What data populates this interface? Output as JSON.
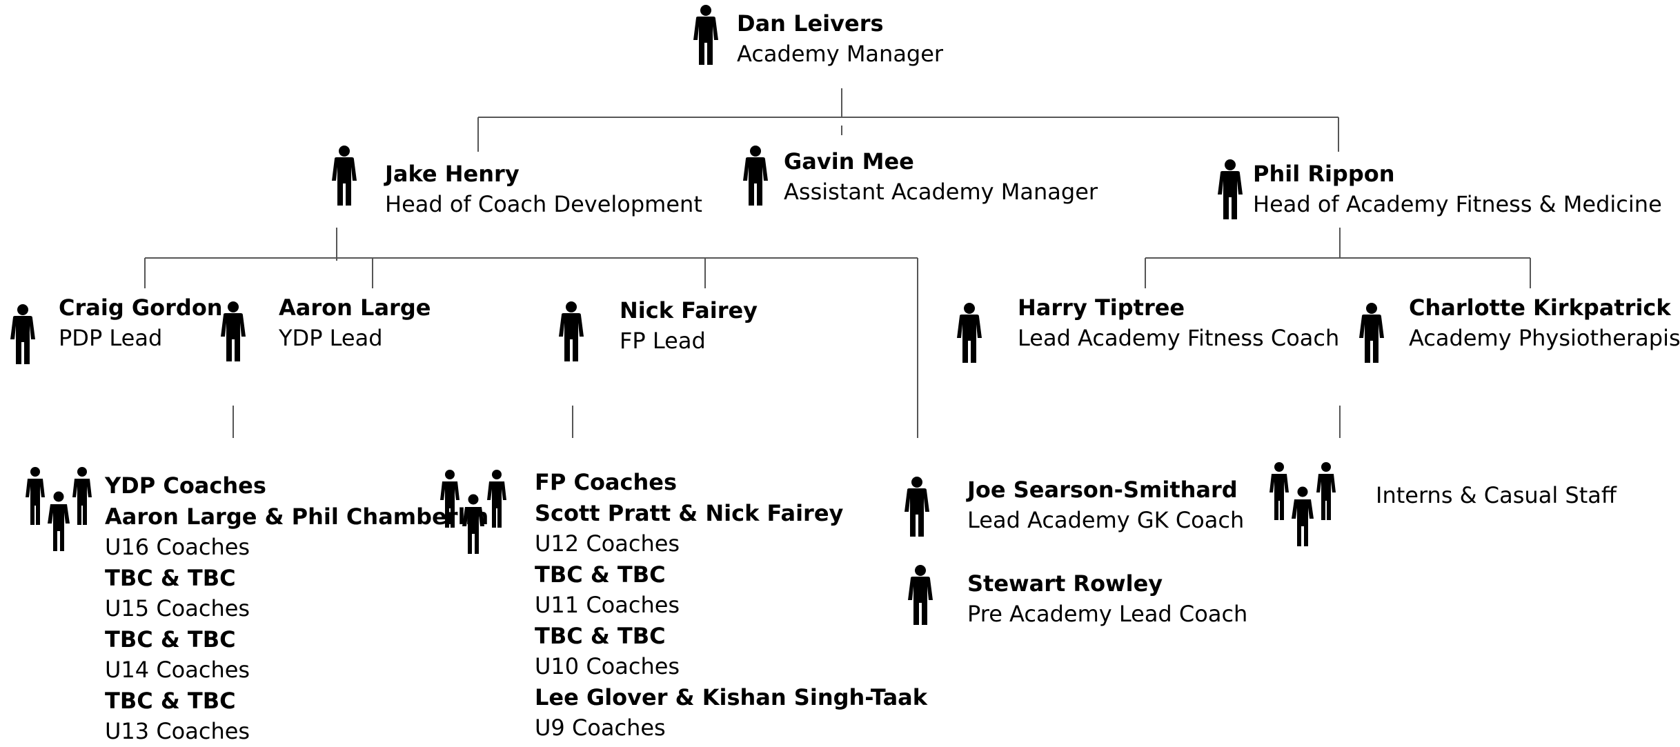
{
  "top": {
    "name": "Dan Leivers",
    "role": "Academy Manager",
    "icon": "person-icon"
  },
  "level2": [
    {
      "name": "Jake Henry",
      "role": "Head of Coach Development",
      "icon": "person-icon"
    },
    {
      "name": "Gavin Mee",
      "role": "Assistant Academy Manager",
      "icon": "person-icon"
    },
    {
      "name": "Phil Rippon",
      "role": "Head of Academy Fitness & Medicine",
      "icon": "person-icon"
    }
  ],
  "level3": [
    {
      "name": "Craig Gordon",
      "role": "PDP Lead",
      "icon": "person-icon"
    },
    {
      "name": "Aaron Large",
      "role": "YDP Lead",
      "icon": "person-icon"
    },
    {
      "name": "Nick Fairey",
      "role": "FP Lead",
      "icon": "person-icon"
    },
    {
      "name": "Harry Tiptree",
      "role": "Lead Academy Fitness Coach",
      "icon": "person-icon"
    },
    {
      "name": "Charlotte Kirkpatrick",
      "role": "Academy Physiotherapist",
      "icon": "person-icon"
    }
  ],
  "ydp_group": {
    "icon": "group-icon",
    "title": "YDP Coaches",
    "lines": [
      {
        "text": "Aaron Large & Phil Chamberlin",
        "bold": true
      },
      {
        "text": "U16 Coaches",
        "bold": false
      },
      {
        "text": "TBC & TBC",
        "bold": true
      },
      {
        "text": "U15 Coaches",
        "bold": false
      },
      {
        "text": "TBC & TBC",
        "bold": true
      },
      {
        "text": "U14 Coaches",
        "bold": false
      },
      {
        "text": "TBC & TBC",
        "bold": true
      },
      {
        "text": "U13 Coaches",
        "bold": false
      }
    ]
  },
  "fp_group": {
    "icon": "group-icon",
    "title": "FP Coaches",
    "lines": [
      {
        "text": "Scott Pratt & Nick Fairey",
        "bold": true
      },
      {
        "text": "U12 Coaches",
        "bold": false
      },
      {
        "text": "TBC & TBC",
        "bold": true
      },
      {
        "text": "U11 Coaches",
        "bold": false
      },
      {
        "text": "TBC & TBC",
        "bold": true
      },
      {
        "text": "U10 Coaches",
        "bold": false
      },
      {
        "text": "Lee Glover & Kishan Singh-Taak",
        "bold": true
      },
      {
        "text": "U9 Coaches",
        "bold": false
      }
    ]
  },
  "gk_staff": [
    {
      "name": "Joe Searson-Smithard",
      "role": "Lead Academy GK Coach",
      "icon": "person-icon"
    },
    {
      "name": "Stewart Rowley",
      "role": "Pre Academy Lead Coach",
      "icon": "person-icon"
    }
  ],
  "interns_group": {
    "icon": "group-icon",
    "label": "Interns & Casual Staff"
  }
}
